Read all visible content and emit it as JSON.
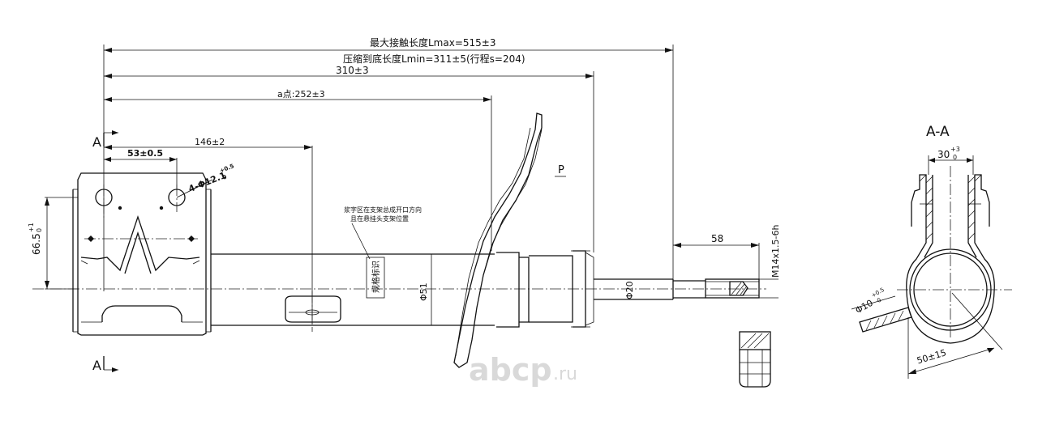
{
  "dimensions": {
    "max_length": "最大接触长度Lmax=515±3",
    "min_length": "压缩到底长度Lmin=311±5(行程s=204)",
    "body_length": "310±3",
    "a_length": "a点:252±3",
    "bracket_hole_offset": "146±2",
    "hole_spacing": "53±0.5",
    "hole_dia": "4-Φ12.1",
    "hole_dia_tol_upper": "+0.5",
    "hole_dia_tol_lower": "0",
    "bracket_height": "66.5",
    "bracket_height_tol_upper": "+1",
    "bracket_height_tol_lower": "0",
    "tube_dia": "Φ51",
    "rod_dia": "Φ20",
    "thread_length": "58",
    "thread_spec": "M14x1.5-6h",
    "section_width": "30",
    "section_width_tol_upper": "+3",
    "section_width_tol_lower": "0",
    "pin_dia": "Φ10",
    "pin_dia_tol_upper": "+0.5",
    "pin_dia_tol_lower": "0",
    "section_offset": "50±15"
  },
  "labels": {
    "section_mark_top": "A",
    "section_mark_bottom": "A",
    "section_title": "A-A",
    "p_mark": "P",
    "note_line1": "浆字区在支架总成开口方向",
    "note_line2": "且在悬挂头支架位置",
    "stamp": "规格标识"
  },
  "watermark": {
    "text": "abcp",
    "suffix": ".ru",
    "color": "#d9d9d9"
  }
}
